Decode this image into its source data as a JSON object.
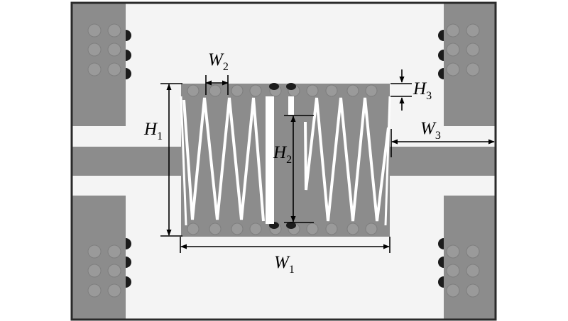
{
  "colors": {
    "metal": "#8c8c8c",
    "substrate": "#f4f4f4",
    "frame": "#2a2a2a",
    "via_fill": "#9a9a9a",
    "via_outline": "#7e7e7e",
    "notch": "#1c1c1c",
    "slot": "#ffffff",
    "dimension_line": "#000000"
  },
  "labels": {
    "W1": {
      "main": "W",
      "sub": "1"
    },
    "W2": {
      "main": "W",
      "sub": "2"
    },
    "W3": {
      "main": "W",
      "sub": "3"
    },
    "H1": {
      "main": "H",
      "sub": "1"
    },
    "H2": {
      "main": "H",
      "sub": "2"
    },
    "H3": {
      "main": "H",
      "sub": "3"
    }
  }
}
